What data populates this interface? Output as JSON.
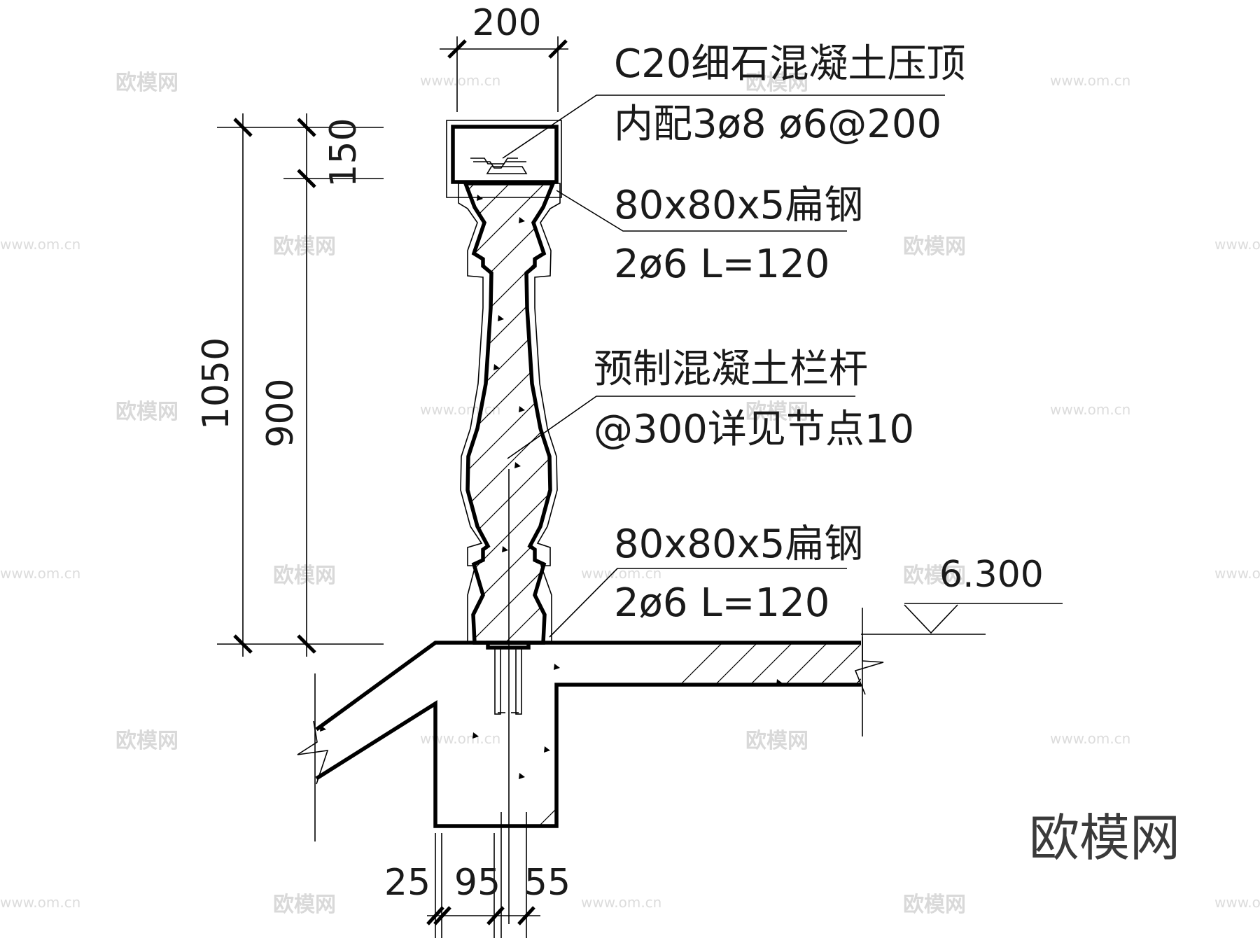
{
  "dimensions": {
    "top_width": "200",
    "total_height": "1050",
    "coping_height": "150",
    "baluster_height": "900",
    "bottom_left": "25",
    "bottom_mid": "95",
    "bottom_right": "55"
  },
  "labels": {
    "coping_line1": "C20细石混凝土压顶",
    "coping_line2": "内配3ø8  ø6@200",
    "steel_top_line1": "80x80x5扁钢",
    "steel_top_line2": "2ø6  L=120",
    "baluster_line1": "预制混凝土栏杆",
    "baluster_line2": "@300详见节点10",
    "steel_bottom_line1": "80x80x5扁钢",
    "steel_bottom_line2": "2ø6  L=120"
  },
  "elevation": "6.300",
  "watermarks": {
    "brand": "欧模网",
    "url": "www.om.cn"
  }
}
